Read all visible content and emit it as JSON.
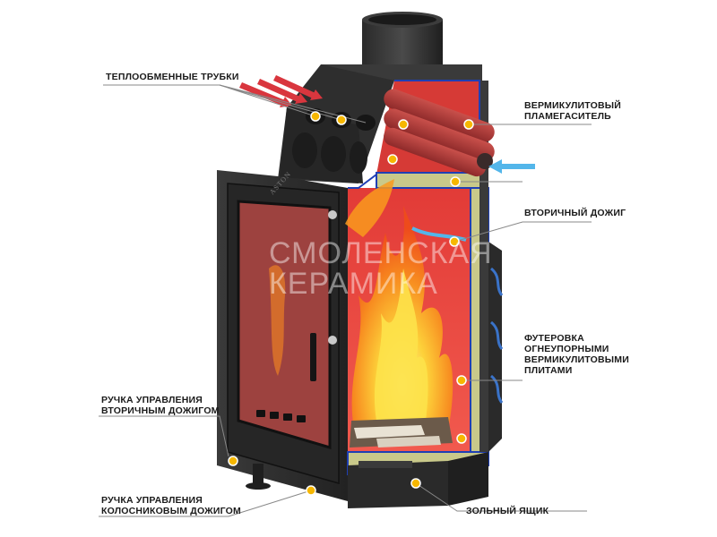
{
  "brand": "ASTON",
  "watermark": {
    "line1": "СМОЛЕНСКАЯ",
    "line2": "КЕРАМИКА"
  },
  "labels": {
    "heat_tubes": {
      "line1": "ТЕПЛООБМЕННЫЕ ТРУБКИ"
    },
    "baffle": {
      "line1": "ВЕРМИКУЛИТОВЫЙ",
      "line2": "ПЛАМЕГАСИТЕЛЬ"
    },
    "secondary_burn": {
      "line1": "ВТОРИЧНЫЙ ДОЖИГ"
    },
    "lining": {
      "line1": "ФУТЕРОВКА",
      "line2": "ОГНЕУПОРНЫМИ",
      "line3": "ВЕРМИКУЛИТОВЫМИ",
      "line4": "ПЛИТАМИ"
    },
    "secondary_handle": {
      "line1": "РУЧКА УПРАВЛЕНИЯ",
      "line2": "ВТОРИЧНЫМ ДОЖИГОМ"
    },
    "grate_handle": {
      "line1": "РУЧКА УПРАВЛЕНИЯ",
      "line2": "КОЛОСНИКОВЫМ ДОЖИГОМ"
    },
    "ash_box": {
      "line1": "ЗОЛЬНЫЙ ЯЩИК"
    }
  },
  "colors": {
    "body": "#2b2b2b",
    "body_dark": "#1c1c1c",
    "body_light": "#444444",
    "firebox": "#e8413c",
    "firebox_light": "#f06a5e",
    "lining": "#c9c98a",
    "lining_edge": "#1f3fb5",
    "flame_outer": "#f25a1c",
    "flame_mid": "#f99a1d",
    "flame_core": "#fde24a",
    "heat_arrow": "#d9363e",
    "air_arrow": "#53b6ea",
    "marker": "#f6b700",
    "leader": "#777777"
  }
}
